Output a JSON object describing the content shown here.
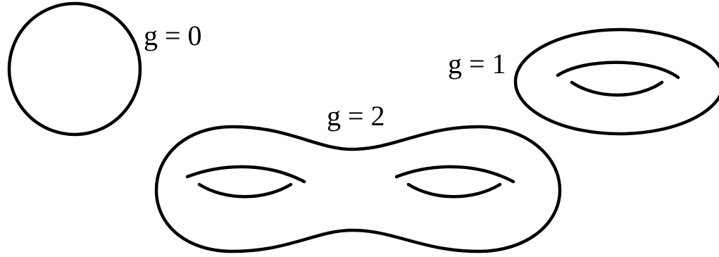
{
  "labels": {
    "sphere": "g = 0",
    "torus": "g = 1",
    "double_torus": "g = 2"
  },
  "colors": {
    "stroke": "#000000",
    "background": "#ffffff"
  }
}
